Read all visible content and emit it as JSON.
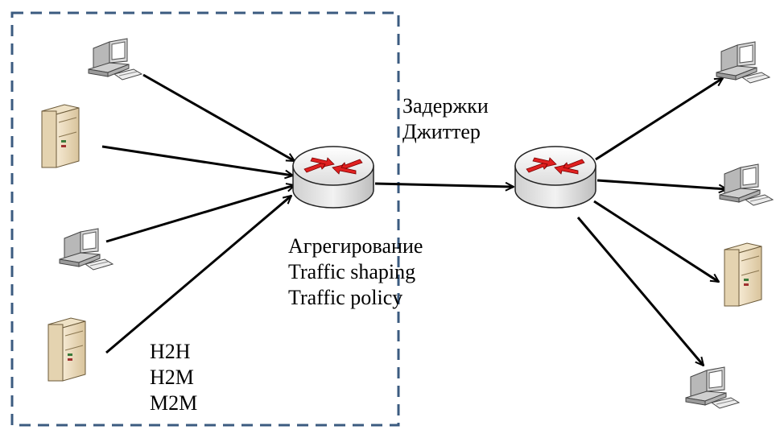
{
  "labels": {
    "network_metrics": [
      "Задержки",
      "Джиттер"
    ],
    "router_functions": [
      "Агрегирование",
      "Traffic shaping",
      "Traffic policy"
    ],
    "traffic_types": [
      "H2H",
      "H2M",
      "M2M"
    ]
  },
  "colors": {
    "boundary": "#3b5b80",
    "arrow": "#000000",
    "router_arrow": "#e02020",
    "router_body": "#e6e6e6",
    "server_body": "#ecdcbc"
  },
  "icons": {
    "workstation": "workstation-icon",
    "server": "server-icon",
    "router": "router-icon"
  }
}
